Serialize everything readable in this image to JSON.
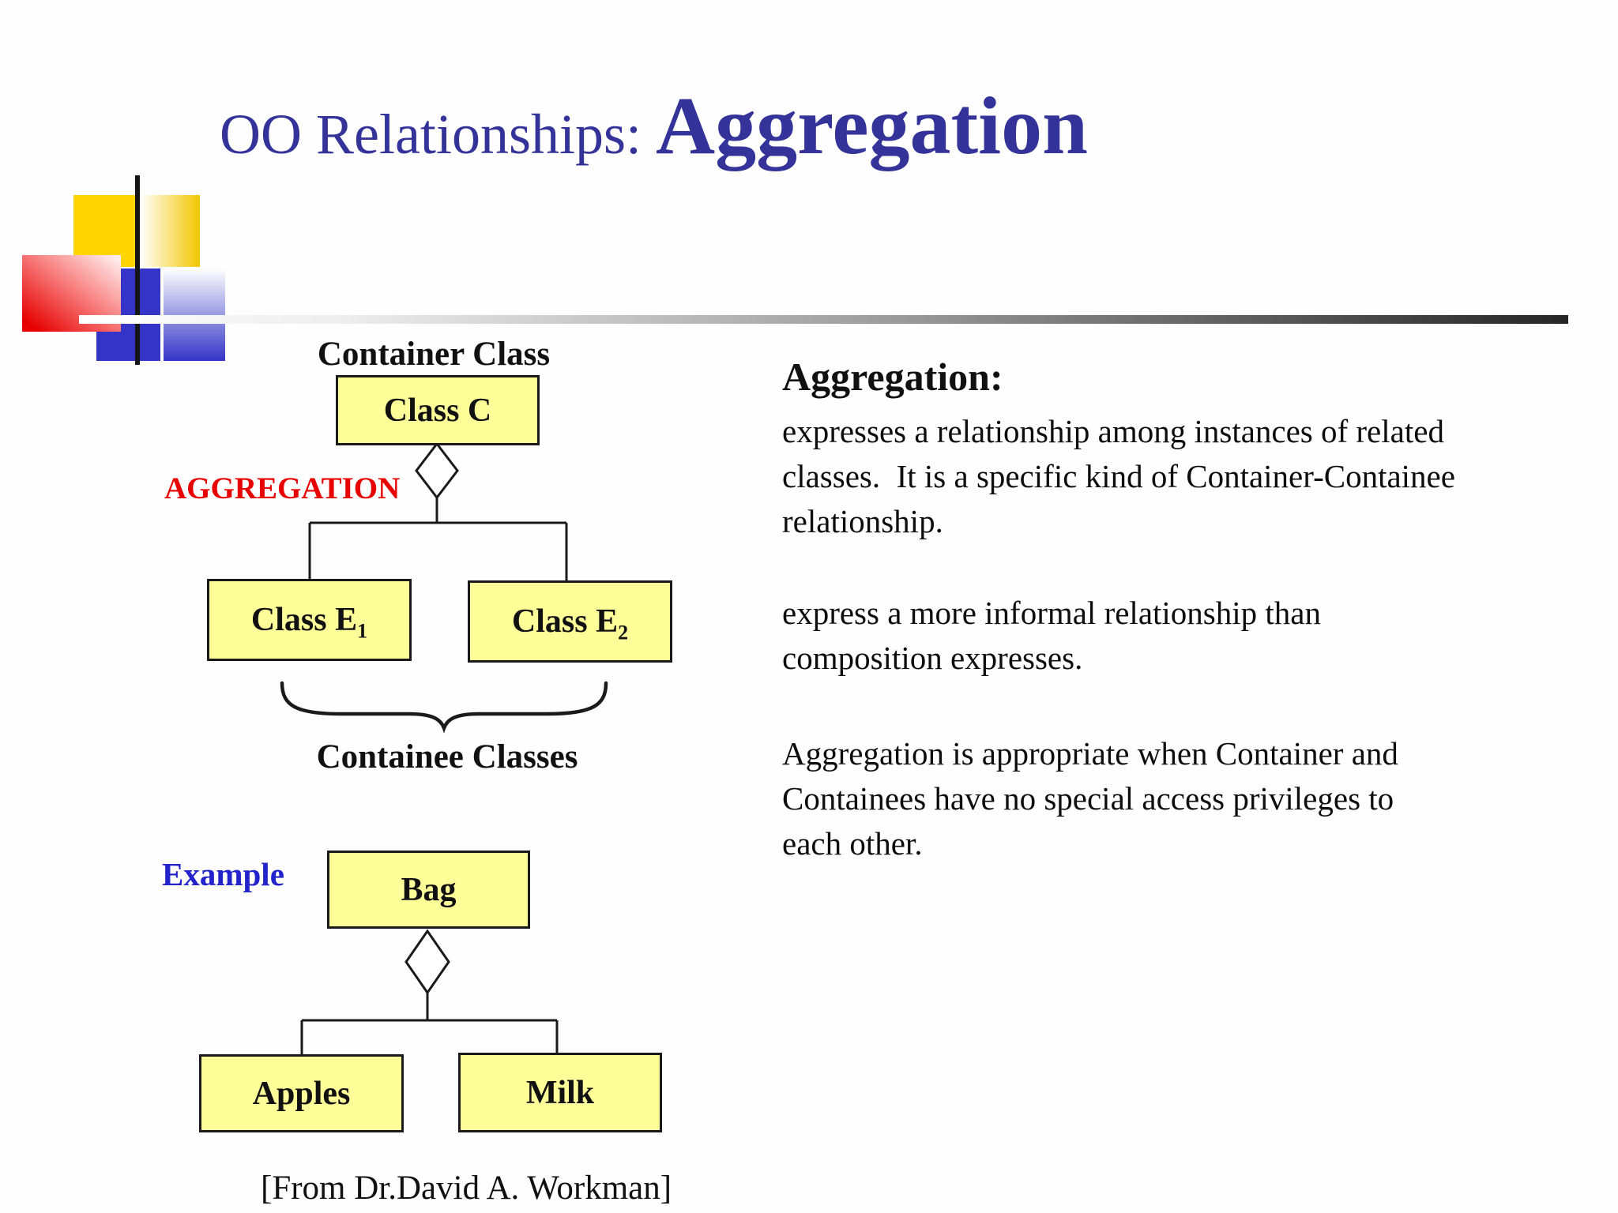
{
  "slide": {
    "title": {
      "prefix": "OO Relationships: ",
      "emphasis": "Aggregation"
    },
    "colors": {
      "title_blue": "#333399",
      "relation_label_red": "#E80000",
      "example_label_blue": "#2323CC",
      "class_box_fill": "#FFFF99",
      "class_box_border": "#1A1A1A",
      "logo_yellow": "#FFD400",
      "logo_blue": "#3434C8",
      "logo_red": "#E60000"
    }
  },
  "diagram": {
    "container_label": "Container Class",
    "container_box": "Class C",
    "relation_label": "AGGREGATION",
    "containees": [
      {
        "base": "Class E",
        "sub": "1"
      },
      {
        "base": "Class E",
        "sub": "2"
      }
    ],
    "containee_label": "Containee Classes"
  },
  "example": {
    "label": "Example",
    "container_box": "Bag",
    "containees": [
      "Apples",
      "Milk"
    ],
    "citation": "[From Dr.David A. Workman]"
  },
  "definition": {
    "heading": "Aggregation:",
    "para1": [
      "expresses a relationship among instances of related",
      "classes.  It is a specific kind of Container-Containee",
      "relationship."
    ],
    "para2": [
      "express a more informal relationship than",
      "composition expresses."
    ],
    "para3": [
      "Aggregation is appropriate when Container and",
      "Containees have no special access privileges to",
      "each other."
    ]
  }
}
